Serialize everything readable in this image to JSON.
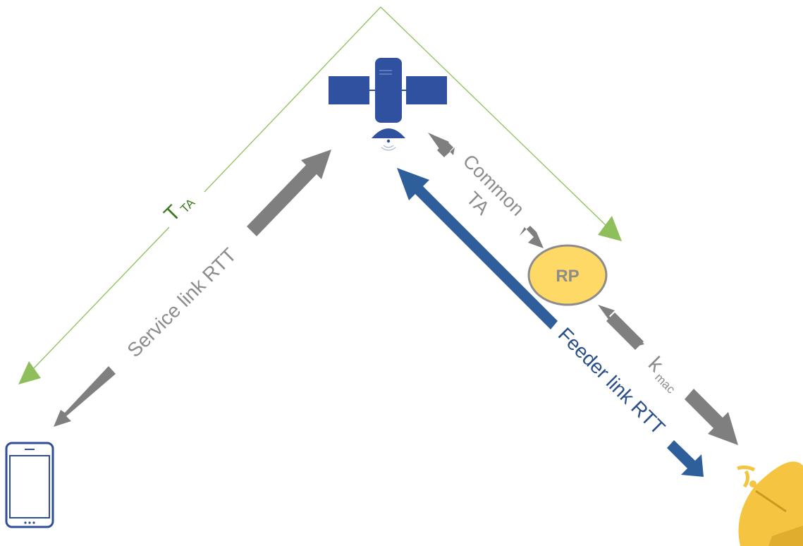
{
  "labels": {
    "t_main": "T",
    "t_sub": "TA",
    "service_link": "Service link RTT",
    "common_line1": "Common",
    "common_line2": "TA",
    "feeder_link": "Feeder link RTT",
    "k_main": "k",
    "k_sub": "mac",
    "rp": "RP"
  },
  "colors": {
    "green": "#8fbf5a",
    "green_text": "#3a7a1e",
    "gray_arrow": "#7f7f7f",
    "gray_text": "#8c8c8c",
    "blue": "#2e5f9a",
    "blue_text": "#2b4f8a",
    "sat_blue": "#2f51a0",
    "rp_fill": "#ffd966",
    "rp_stroke": "#8c8c8c",
    "dish": "#f5c542",
    "phone": "#2f4d9a"
  },
  "icons": [
    "satellite-icon",
    "phone-icon",
    "dish-antenna-icon"
  ]
}
